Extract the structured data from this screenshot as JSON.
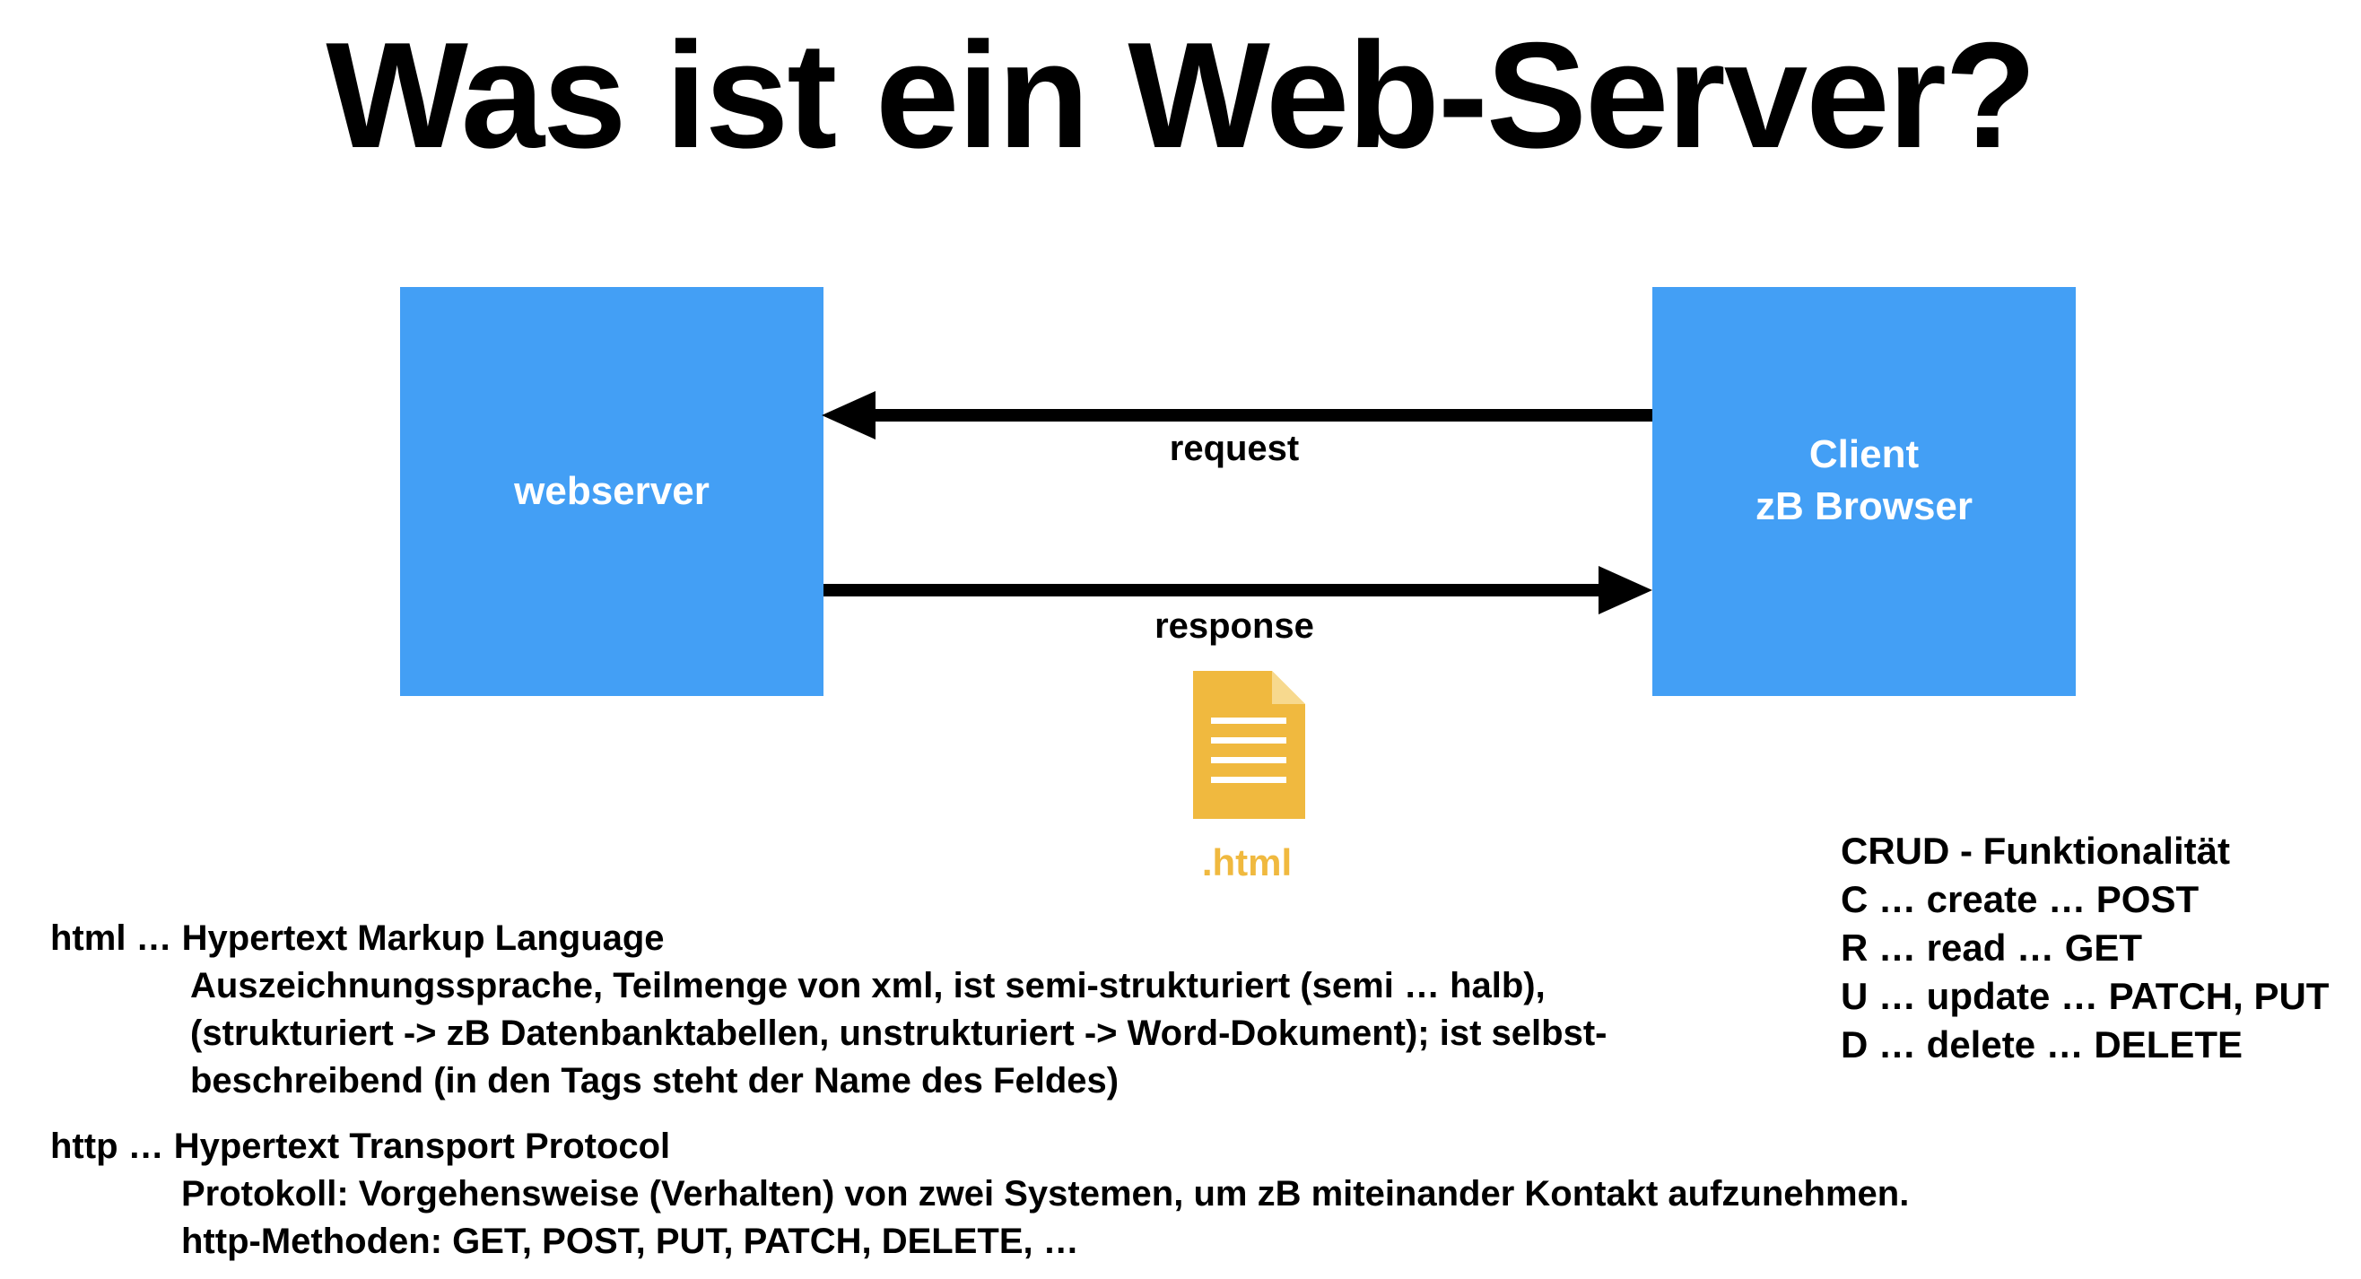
{
  "title": "Was ist ein Web-Server?",
  "diagram": {
    "webserver_label": "webserver",
    "client_label_line1": "Client",
    "client_label_line2": "zB Browser",
    "request_label": "request",
    "response_label": "response",
    "file_label": ".html",
    "box_color": "#439ff5",
    "file_color": "#f0b93f",
    "file_icon": "document-icon"
  },
  "crud": {
    "heading": "CRUD - Funktionalität",
    "items": [
      "C … create … POST",
      "R … read … GET",
      "U … update … PATCH, PUT",
      "D … delete … DELETE"
    ]
  },
  "definitions": {
    "html": {
      "heading": "html … Hypertext Markup Language",
      "lines": [
        "Auszeichnungssprache, Teilmenge von xml, ist semi-strukturiert (semi … halb),",
        "(strukturiert -> zB Datenbanktabellen, unstrukturiert -> Word-Dokument); ist selbst-",
        "beschreibend (in den Tags steht der Name des Feldes)"
      ]
    },
    "http": {
      "heading": "http … Hypertext Transport Protocol",
      "lines": [
        "Protokoll: Vorgehensweise (Verhalten) von zwei Systemen, um zB miteinander Kontakt aufzunehmen.",
        "http-Methoden: GET, POST, PUT, PATCH, DELETE, …"
      ]
    }
  }
}
